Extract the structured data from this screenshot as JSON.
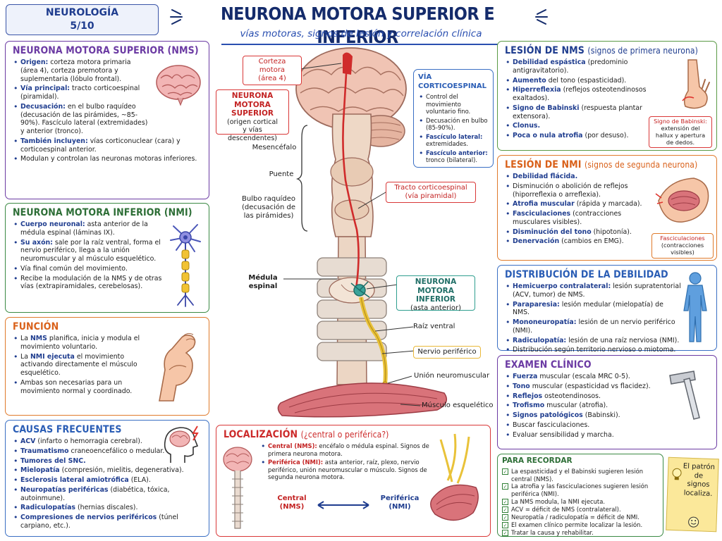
{
  "header": {
    "badge_line1": "NEUROLOGÍA",
    "badge_line2": "5/10",
    "title": "NEURONA MOTORA SUPERIOR E INFERIOR",
    "subtitle": "vías motoras, signos de lesión y correlación clínica"
  },
  "nms_panel": {
    "title": "NEURONA MOTORA SUPERIOR (NMS)",
    "items": [
      {
        "bold": "Origen:",
        "text": " corteza motora primaria (área 4), corteza premotora y suplementaria (lóbulo frontal)."
      },
      {
        "bold": "Vía principal:",
        "text": " tracto corticoespinal (piramidal)."
      },
      {
        "bold": "Decusación:",
        "text": " en el bulbo raquídeo (decusación de las pirámides, ~85-90%). Fascículo lateral (extremidades) y anterior (tronco)."
      },
      {
        "bold": "También incluyen:",
        "text": " vías corticonuclear (cara) y corticoespinal anterior."
      },
      {
        "bold": "",
        "text": "Modulan y controlan las neuronas motoras inferiores."
      }
    ]
  },
  "nmi_panel": {
    "title": "NEURONA MOTORA INFERIOR (NMI)",
    "items": [
      {
        "bold": "Cuerpo neuronal:",
        "text": " asta anterior de la médula espinal (láminas IX)."
      },
      {
        "bold": "Su axón:",
        "text": " sale por la raíz ventral, forma el nervio periférico, llega a la unión neuromuscular y al músculo esquelético."
      },
      {
        "bold": "",
        "text": "Vía final común del movimiento."
      },
      {
        "bold": "",
        "text": "Recibe la modulación de la NMS y de otras vías (extrapiramidales, cerebelosas)."
      }
    ]
  },
  "funcion_panel": {
    "title": "FUNCIÓN",
    "items": [
      {
        "pre": "La ",
        "bold": "NMS",
        "text": " planifica, inicia y modula el movimiento voluntario."
      },
      {
        "pre": "La ",
        "bold": "NMI ejecuta",
        "text": " el movimiento activando directamente el músculo esquelético."
      },
      {
        "pre": "",
        "bold": "",
        "text": "Ambas son necesarias para un movimiento normal y coordinado."
      }
    ]
  },
  "causas_panel": {
    "title": "CAUSAS FRECUENTES",
    "items": [
      {
        "bold": "ACV",
        "text": " (infarto o hemorragia cerebral)."
      },
      {
        "bold": "Traumatismo",
        "text": " craneoencefálico o medular."
      },
      {
        "bold": "Tumores del SNC.",
        "text": ""
      },
      {
        "bold": "Mielopatía",
        "text": " (compresión, mielitis, degenerativa)."
      },
      {
        "bold": "Esclerosis lateral amiotrófica",
        "text": " (ELA)."
      },
      {
        "bold": "Neuropatías periféricas",
        "text": " (diabética, tóxica, autoinmune)."
      },
      {
        "bold": "Radiculopatías",
        "text": " (hernias discales)."
      },
      {
        "bold": "Compresiones de nervios periféricos",
        "text": " (túnel carpiano, etc.)."
      }
    ]
  },
  "diagram": {
    "corteza_label": "Corteza motora\n(área 4)",
    "nms_box_title": "NEURONA MOTORA\nSUPERIOR",
    "nms_box_sub": "(origen cortical\ny vías descendentes)",
    "mesencefalo": "Mesencéfalo",
    "puente": "Puente",
    "bulbo": "Bulbo raquídeo\n(decusación de\nlas pirámides)",
    "medula": "Médula espinal",
    "tracto_label": "Tracto corticoespinal\n(vía piramidal)",
    "nmi_box_title": "NEURONA MOTORA\nINFERIOR",
    "nmi_box_sub": "(asta anterior)",
    "raiz_ventral": "Raíz ventral",
    "nervio_periferico": "Nervio periférico",
    "union_nm": "Unión neuromuscular",
    "musculo": "Músculo esquelético"
  },
  "via_panel": {
    "title": "VÍA CORTICOESPINAL",
    "items": [
      {
        "bold": "",
        "text": "Control del movimiento voluntario fino."
      },
      {
        "bold": "",
        "text": "Decusación en bulbo (85-90%)."
      },
      {
        "bold": "Fascículo lateral:",
        "text": " extremidades."
      },
      {
        "bold": "Fascículo anterior:",
        "text": " tronco (bilateral)."
      }
    ]
  },
  "localizacion_panel": {
    "title": "LOCALIZACIÓN",
    "title_sub": "(¿central o periférica?)",
    "items": [
      {
        "bold": "Central (NMS):",
        "text": " encéfalo o médula espinal. Signos de primera neurona motora."
      },
      {
        "bold": "Periférica (NMI):",
        "text": " asta anterior, raíz, plexo, nervio periférico, unión neuromuscular o músculo. Signos de segunda neurona motora."
      }
    ],
    "central_label": "Central\n(NMS)",
    "periferica_label": "Periférica\n(NMI)"
  },
  "lesion_nms_panel": {
    "title": "LESIÓN DE NMS",
    "title_sub": "(signos de primera neurona)",
    "items": [
      {
        "bold": "Debilidad espástica",
        "text": " (predominio antigravitatorio)."
      },
      {
        "bold": "Aumento",
        "text": " del tono (espasticidad)."
      },
      {
        "bold": "Hiperreflexia",
        "text": " (reflejos osteotendinosos exaltados)."
      },
      {
        "bold": "Signo de Babinski",
        "text": " (respuesta plantar extensora)."
      },
      {
        "bold": "Clonus.",
        "text": ""
      },
      {
        "bold": "Poca o nula atrofia",
        "text": " (por desuso)."
      }
    ],
    "babinski_title": "Signo de Babinski:",
    "babinski_text": "extensión del hallux y apertura de dedos."
  },
  "lesion_nmi_panel": {
    "title": "LESIÓN DE NMI",
    "title_sub": "(signos de segunda neurona)",
    "items": [
      {
        "bold": "Debilidad flácida.",
        "text": ""
      },
      {
        "bold": "",
        "text": "Disminución o abolición de reflejos (hiporreflexia o arreflexia)."
      },
      {
        "bold": "Atrofia muscular",
        "text": " (rápida y marcada)."
      },
      {
        "bold": "Fasciculaciones",
        "text": " (contracciones musculares visibles)."
      },
      {
        "bold": "Disminución del tono",
        "text": " (hipotonía)."
      },
      {
        "bold": "Denervación",
        "text": " (cambios en EMG)."
      }
    ],
    "fasc_title": "Fasciculaciones",
    "fasc_text": "(contracciones visibles)"
  },
  "distribucion_panel": {
    "title": "DISTRIBUCIÓN DE LA DEBILIDAD",
    "items": [
      {
        "bold": "Hemicuerpo contralateral:",
        "text": " lesión supratentorial (ACV, tumor) de NMS."
      },
      {
        "bold": "Paraparesia:",
        "text": " lesión medular (mielopatía) de NMS."
      },
      {
        "bold": "Mononeuropatía:",
        "text": " lesión de un nervio periférico (NMI)."
      },
      {
        "bold": "Radiculopatía:",
        "text": " lesión de una raíz nerviosa (NMI)."
      },
      {
        "bold": "",
        "text": "Distribución según territorio nervioso o miotoma."
      }
    ]
  },
  "examen_panel": {
    "title": "EXAMEN CLÍNICO",
    "items": [
      {
        "bold": "Fuerza",
        "text": " muscular (escala MRC 0-5)."
      },
      {
        "bold": "Tono",
        "text": " muscular (espasticidad vs flacidez)."
      },
      {
        "bold": "Reflejos",
        "text": " osteotendinosos."
      },
      {
        "bold": "Trofismo",
        "text": " muscular (atrofia)."
      },
      {
        "bold": "Signos patológicos",
        "text": " (Babinski)."
      },
      {
        "bold": "",
        "text": "Buscar fasciculaciones."
      },
      {
        "bold": "",
        "text": "Evaluar sensibilidad y marcha."
      }
    ]
  },
  "recordar_panel": {
    "title": "PARA RECORDAR",
    "items": [
      "La espasticidad y el Babinski sugieren lesión central (NMS).",
      "La atrofia y las fasciculaciones sugieren lesión periférica (NMI).",
      "La NMS modula, la NMI ejecuta.",
      "ACV = déficit de NMS (contralateral).",
      "Neuropatía / radiculopatía = déficit de NMI.",
      "El examen clínico permite localizar la lesión.",
      "Tratar la causa y rehabilitar."
    ],
    "note": "El patrón de signos localiza."
  },
  "colors": {
    "navy": "#1f3d8f",
    "red": "#d93838",
    "purple": "#6b3aa3",
    "green": "#3b8a44",
    "orange": "#e07a2b",
    "blue": "#3a6fc4"
  }
}
